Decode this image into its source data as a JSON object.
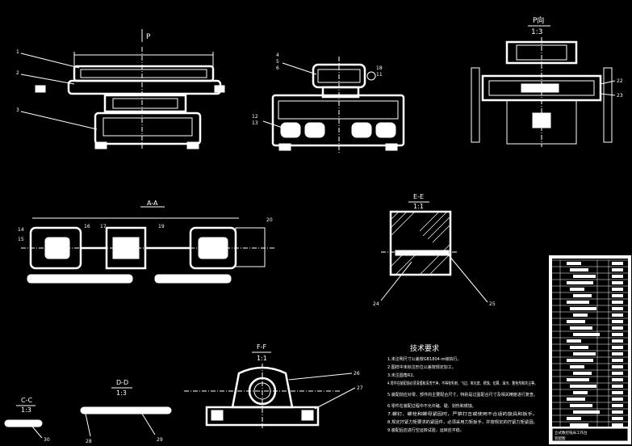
{
  "views": {
    "front": {
      "title": "P",
      "callouts": [
        "1",
        "2",
        "3"
      ]
    },
    "side": {
      "callouts": [
        "4",
        "5",
        "6",
        "18",
        "11",
        "12",
        "13"
      ]
    },
    "p_view": {
      "title": "P向",
      "scale": "1:3",
      "callouts": [
        "22",
        "23"
      ]
    },
    "section_aa": {
      "title": "A-A",
      "callouts": [
        "14",
        "15",
        "16",
        "17",
        "19",
        "20"
      ]
    },
    "section_ee": {
      "title": "E-E",
      "scale": "1:1",
      "callouts": [
        "24",
        "25"
      ]
    },
    "view_ff": {
      "title": "F-F",
      "scale": "1:1",
      "callouts": [
        "26",
        "27"
      ]
    },
    "view_dd": {
      "title": "D-D",
      "scale": "1:3",
      "callouts": [
        "28",
        "29"
      ]
    },
    "view_cc": {
      "title": "C-C",
      "scale": "1:3",
      "callouts": [
        "30"
      ]
    }
  },
  "tech_requirements": {
    "title": "技术要求",
    "items": [
      "1.未注明尺寸公差按GB1804-m级执行。",
      "2.图样中未标注形位公差按规定加工。",
      "3.未注圆角R2。",
      "4.零件在装配前必须清理和清洗干净，不得有毛刺、飞边、氧化皮、锈蚀、切屑、油污、着色剂和灰尘等。",
      "5.装配前应对零、部件的主要配合尺寸，特别是过盈配合尺寸及相关精度进行复查。",
      "6.零件在装配过程中不允许磕、碰、划伤和锈蚀。",
      "7.螺钉、螺栓和螺母紧固时，严禁打击或使用不合适的旋具和扳手。",
      "8.规定拧紧力矩要求的紧固件，必须采用力矩扳手，并按规定的拧紧力矩紧固。",
      "9.装配后应进行空运转试验，运转应平稳。"
    ]
  },
  "title_block": {
    "name": "立式数控铣床工作台",
    "sub": "装配图"
  }
}
